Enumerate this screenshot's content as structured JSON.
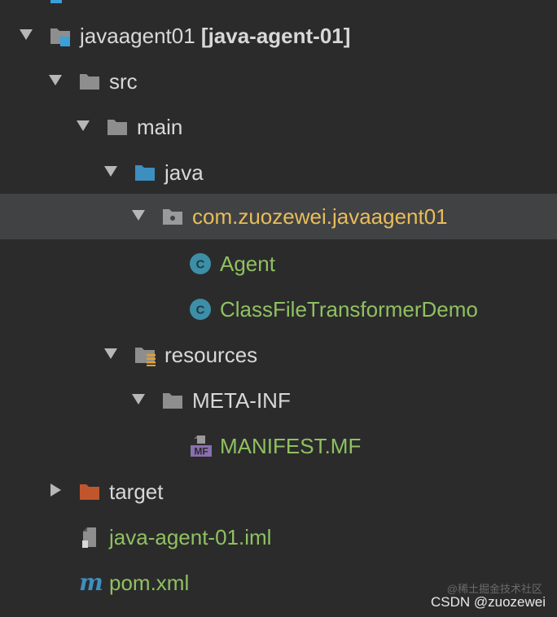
{
  "tree": {
    "module": {
      "name": "javaagent01",
      "artifact": "[java-agent-01]"
    },
    "src": "src",
    "main": "main",
    "java": "java",
    "package": "com.zuozewei.javaagent01",
    "class_agent": "Agent",
    "class_transformer": "ClassFileTransformerDemo",
    "resources": "resources",
    "meta_inf": "META-INF",
    "manifest": "MANIFEST.MF",
    "manifest_badge": "MF",
    "target": "target",
    "iml": "java-agent-01.iml",
    "pom": "pom.xml",
    "pom_badge": "m",
    "class_badge": "C"
  },
  "colors": {
    "background": "#2b2b2c",
    "selection": "#414244",
    "folder": "#8e8e8e",
    "source_folder": "#3d8fbf",
    "target_folder": "#c0562c",
    "package_text": "#e8bd5a",
    "file_text": "#8fc160",
    "class_icon": "#3d8fa8"
  },
  "watermark": {
    "main": "CSDN @zuozewei",
    "faint": "@稀土掘金技术社区"
  }
}
